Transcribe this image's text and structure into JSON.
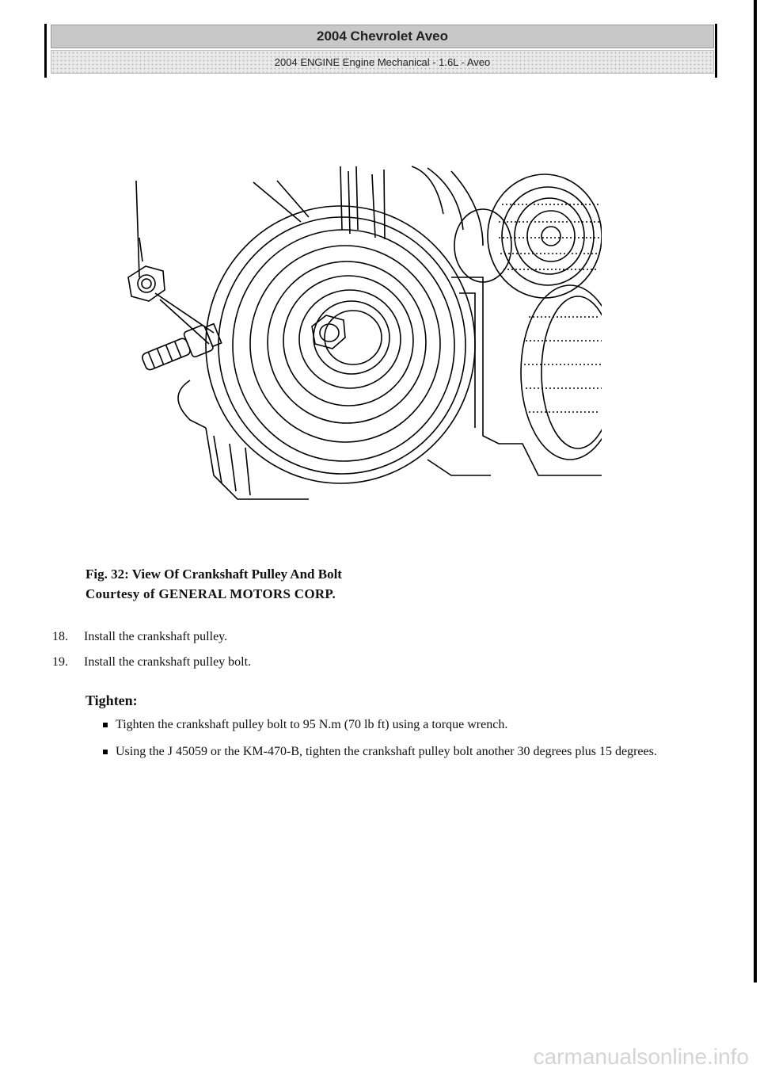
{
  "header": {
    "title": "2004 Chevrolet Aveo",
    "subtitle": "2004 ENGINE Engine Mechanical - 1.6L - Aveo"
  },
  "figure": {
    "caption": "Fig. 32: View Of Crankshaft Pulley And Bolt",
    "credit": "Courtesy of GENERAL MOTORS CORP."
  },
  "steps": [
    {
      "number": "18.",
      "text": "Install the crankshaft pulley."
    },
    {
      "number": "19.",
      "text": "Install the crankshaft pulley bolt."
    }
  ],
  "tighten": {
    "label": "Tighten:",
    "items": [
      "Tighten the crankshaft pulley bolt to 95 N.m (70 lb ft) using a torque wrench.",
      "Using the J 45059 or the KM-470-B, tighten the crankshaft pulley bolt another 30 degrees plus 15 degrees."
    ]
  },
  "watermark": "carmanualsonline.info"
}
